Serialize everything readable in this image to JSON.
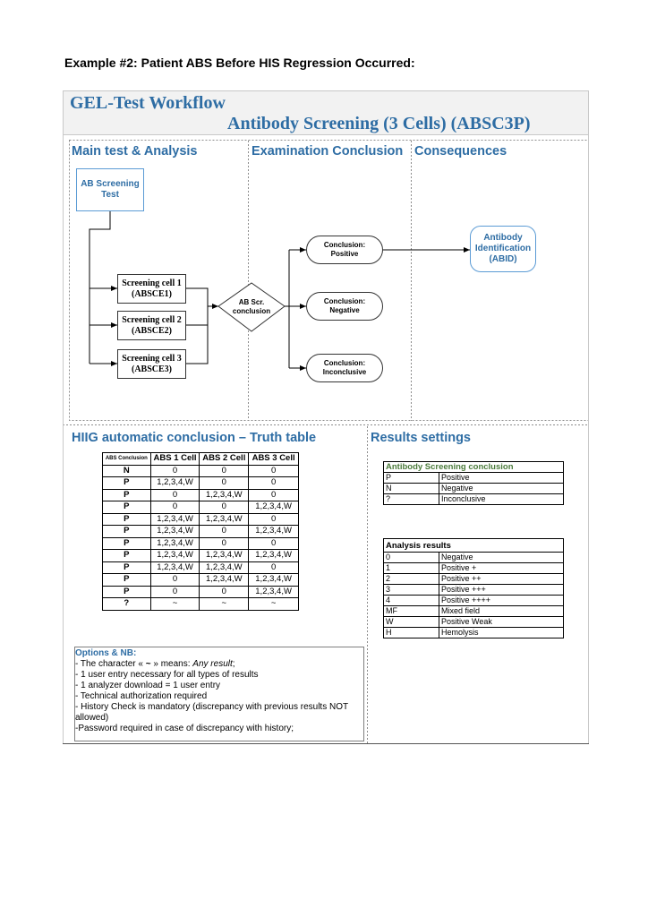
{
  "page_heading": "Example #2:  Patient ABS Before HIS Regression Occurred:",
  "banner": {
    "title": "GEL-Test Workflow",
    "subtitle": "Antibody Screening (3 Cells) (ABSC3P)"
  },
  "sections": {
    "main": "Main test & Analysis",
    "exam": "Examination Conclusion",
    "consequences": "Consequences"
  },
  "flow": {
    "start_line1": "AB Screening",
    "start_line2": "Test",
    "cells": [
      {
        "line1": "Screening cell 1",
        "line2": "(ABSCE1)"
      },
      {
        "line1": "Screening cell 2",
        "line2": "(ABSCE2)"
      },
      {
        "line1": "Screening cell 3",
        "line2": "(ABSCE3)"
      }
    ],
    "decision_line1": "AB Scr.",
    "decision_line2": "conclusion",
    "conclusions": [
      {
        "line1": "Conclusion:",
        "line2": "Positive"
      },
      {
        "line1": "Conclusion:",
        "line2": "Negative"
      },
      {
        "line1": "Conclusion:",
        "line2": "Inconclusive"
      }
    ],
    "abid_line1": "Antibody",
    "abid_line2": "Identification",
    "abid_line3": "(ABID)"
  },
  "truth_table": {
    "heading": "HIIG automatic conclusion – Truth table",
    "headers": [
      "ABS Conclusion",
      "ABS 1 Cell",
      "ABS 2 Cell",
      "ABS 3 Cell"
    ],
    "rows": [
      [
        "N",
        "0",
        "0",
        "0"
      ],
      [
        "P",
        "1,2,3,4,W",
        "0",
        "0"
      ],
      [
        "P",
        "0",
        "1,2,3,4,W",
        "0"
      ],
      [
        "P",
        "0",
        "0",
        "1,2,3,4,W"
      ],
      [
        "P",
        "1,2,3,4,W",
        "1,2,3,4,W",
        "0"
      ],
      [
        "P",
        "1,2,3,4,W",
        "0",
        "1,2,3,4,W"
      ],
      [
        "P",
        "1,2,3,4,W",
        "0",
        "0"
      ],
      [
        "P",
        "1,2,3,4,W",
        "1,2,3,4,W",
        "1,2,3,4,W"
      ],
      [
        "P",
        "1,2,3,4,W",
        "1,2,3,4,W",
        "0"
      ],
      [
        "P",
        "0",
        "1,2,3,4,W",
        "1,2,3,4,W"
      ],
      [
        "P",
        "0",
        "0",
        "1,2,3,4,W"
      ],
      [
        "?",
        "~",
        "~",
        "~"
      ]
    ]
  },
  "results_settings": {
    "heading": "Results settings",
    "screening_table": {
      "title": "Antibody Screening conclusion",
      "title_color": "#4a7a3a",
      "rows": [
        [
          "P",
          "Positive"
        ],
        [
          "N",
          "Negative"
        ],
        [
          "?",
          "Inconclusive"
        ]
      ]
    },
    "analysis_table": {
      "title": "Analysis results",
      "rows": [
        [
          "0",
          "Negative"
        ],
        [
          "1",
          "Positive +"
        ],
        [
          "2",
          "Positive ++"
        ],
        [
          "3",
          "Positive +++"
        ],
        [
          "4",
          "Positive ++++"
        ],
        [
          "MF",
          "Mixed field"
        ],
        [
          "W",
          "Positive Weak"
        ],
        [
          "H",
          "Hemolysis"
        ]
      ]
    }
  },
  "options": {
    "title": "Options & NB:",
    "line1_prefix": "- The character « ",
    "line1_symbol": "~",
    "line1_mid": " » means: ",
    "line1_em": "Any result",
    "line1_end": ";",
    "lines": [
      "- 1 user entry necessary for all types of results",
      "- 1 analyzer download = 1 user entry",
      "- Technical authorization required",
      "- History Check is mandatory (discrepancy with previous results NOT",
      "allowed)",
      "-Password required in case of discrepancy with history;"
    ]
  },
  "colors": {
    "accent": "#2e6da4",
    "box_blue": "#5b9bd5"
  }
}
